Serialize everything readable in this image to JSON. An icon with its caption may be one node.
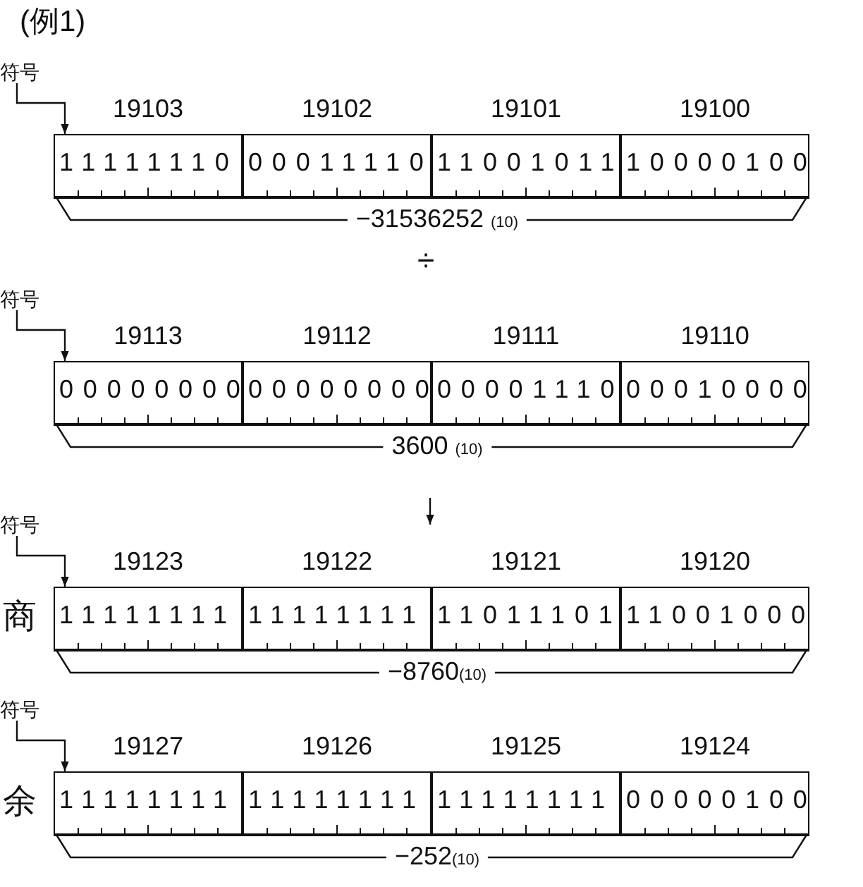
{
  "diagram": {
    "title": "(例1)",
    "nodes": [
      {
        "text": [
          "符号"
        ]
      },
      {
        "text": [
          "19103",
          "11111110"
        ]
      },
      {
        "text": [
          "19102",
          "00011110"
        ]
      },
      {
        "text": [
          "19101",
          "11001011"
        ]
      },
      {
        "text": [
          "19100",
          "10000100"
        ]
      },
      {
        "text": [
          "符号"
        ]
      },
      {
        "text": [
          "19113",
          "00000000"
        ]
      },
      {
        "text": [
          "19112",
          "00000000"
        ]
      },
      {
        "text": [
          "19111",
          "00001110"
        ]
      },
      {
        "text": [
          "19110",
          "00010000"
        ]
      },
      {
        "text": [
          "符号"
        ]
      },
      {
        "text": [
          "19123",
          "11111111"
        ]
      },
      {
        "text": [
          "19122",
          "11111111"
        ]
      },
      {
        "text": [
          "19121",
          "11011101"
        ]
      },
      {
        "text": [
          "19120",
          "11001000"
        ]
      },
      {
        "text": [
          "符号"
        ]
      },
      {
        "text": [
          "19127",
          "11111111"
        ]
      },
      {
        "text": [
          "19126",
          "11111111"
        ]
      },
      {
        "text": [
          "19125",
          "11111111"
        ]
      },
      {
        "text": [
          "19124",
          "00000100"
        ]
      }
    ],
    "edges": [
      {
        "from": 0,
        "to": 1,
        "arrow": "to"
      },
      {
        "from": 5,
        "to": 6,
        "arrow": "to"
      },
      {
        "from": 10,
        "to": 11,
        "arrow": "to"
      },
      {
        "from": 15,
        "to": 16,
        "arrow": "to"
      }
    ],
    "labels": [
      "−31536252 $_{(10)}$",
      "÷",
      "3600 $_{(10)}$",
      "商",
      "−8760$_{(10)}$",
      "余",
      "−252$_{(10)}$"
    ]
  }
}
